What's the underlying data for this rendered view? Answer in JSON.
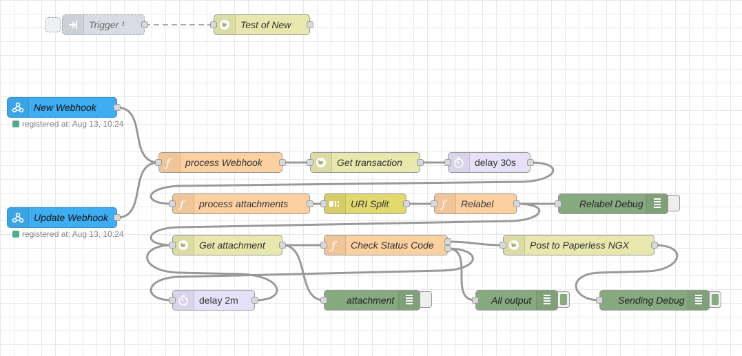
{
  "flow": {
    "nodes": {
      "trigger": {
        "label": "Trigger ¹",
        "icon": "arrow-in-icon"
      },
      "test_of_new": {
        "label": "Test of New",
        "icon": "globe-icon"
      },
      "new_webhook": {
        "label": "New Webhook",
        "icon": "webhook-icon",
        "status": "registered at: Aug 13, 10:24",
        "status_color": "#5a8"
      },
      "update_webhook": {
        "label": "Update Webhook",
        "icon": "webhook-icon",
        "status": "registered at: Aug 13, 10:24",
        "status_color": "#5a8"
      },
      "process_webhook": {
        "label": "process Webhook",
        "icon": "function-icon"
      },
      "get_transaction": {
        "label": "Get transaction",
        "icon": "globe-icon"
      },
      "delay_30s": {
        "label": "delay 30s",
        "icon": "timer-icon"
      },
      "process_attachments": {
        "label": "process attachments",
        "icon": "function-icon"
      },
      "uri_split": {
        "label": "URI Split",
        "icon": "split-icon"
      },
      "relabel": {
        "label": "Relabel",
        "icon": "function-icon"
      },
      "relabel_debug": {
        "label": "Relabel Debug",
        "icon": "debug-list-icon",
        "active": false
      },
      "get_attachment": {
        "label": "Get attachment",
        "icon": "globe-icon"
      },
      "check_status_code": {
        "label": "Check Status Code",
        "icon": "function-icon"
      },
      "post_to_paperless": {
        "label": "Post to Paperless NGX",
        "icon": "globe-icon"
      },
      "delay_2m": {
        "label": "delay 2m",
        "icon": "timer-icon"
      },
      "attachment": {
        "label": "attachment",
        "icon": "debug-list-icon",
        "active": false
      },
      "all_output": {
        "label": "All output",
        "icon": "debug-list-icon",
        "active": true
      },
      "sending_debug": {
        "label": "Sending Debug",
        "icon": "debug-list-icon",
        "active": true
      }
    },
    "colors": {
      "http": "#e7e7ae",
      "function": "#fdd0a2",
      "delay": "#e6e0f8",
      "debug": "#87a980",
      "webhook": "#3fadf2",
      "split": "#e2d96e",
      "wire": "#999999"
    }
  }
}
